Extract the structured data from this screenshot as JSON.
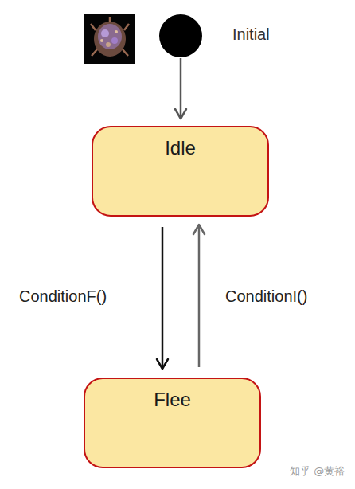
{
  "diagram": {
    "nodes": [
      {
        "text": [
          "Initial"
        ]
      },
      {
        "text": [
          "Idle"
        ]
      },
      {
        "text": [
          "Flee"
        ]
      }
    ],
    "edges": [
      {
        "from": 0,
        "to": 1,
        "arrow": "to"
      },
      {
        "from": 1,
        "to": 2,
        "arrow": "to",
        "label": "ConditionF()"
      },
      {
        "from": 2,
        "to": 1,
        "arrow": "to",
        "label": "ConditionI()"
      }
    ],
    "labels": [
      "知乎 @黄裕"
    ]
  }
}
